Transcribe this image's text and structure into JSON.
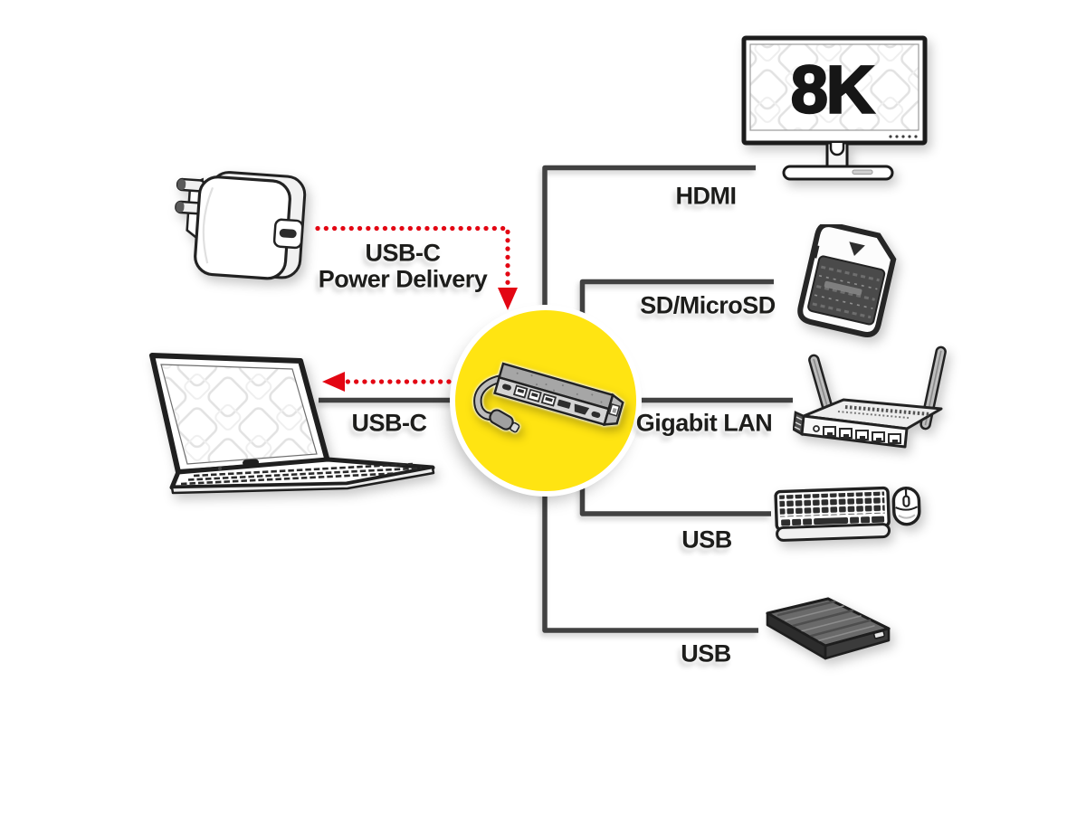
{
  "palette": {
    "circle_yellow": "#FFE412",
    "arrow_red": "#E30613",
    "wire_gray": "#414141",
    "ink": "#1D1D1B"
  },
  "monitor": {
    "badge": "8K"
  },
  "labels": {
    "hdmi": "HDMI",
    "sd": "SD/MicroSD",
    "lan": "Gigabit LAN",
    "usb_keyboard": "USB",
    "usb_drive": "USB",
    "usbc_host": "USB-C",
    "pd_line1": "USB-C",
    "pd_line2": "Power Delivery"
  },
  "icons": {
    "hub": "usb-c-hub-icon",
    "power_adapter": "power-adapter-icon",
    "laptop": "laptop-icon",
    "monitor": "8k-monitor-icon",
    "sd_card": "sd-card-icon",
    "router": "lan-router-icon",
    "keyboard_mouse": "keyboard-mouse-icon",
    "hard_drive": "hard-drive-icon",
    "pd_arrow": "red-dotted-arrow-down-icon",
    "host_arrow": "red-dotted-arrow-left-icon"
  }
}
